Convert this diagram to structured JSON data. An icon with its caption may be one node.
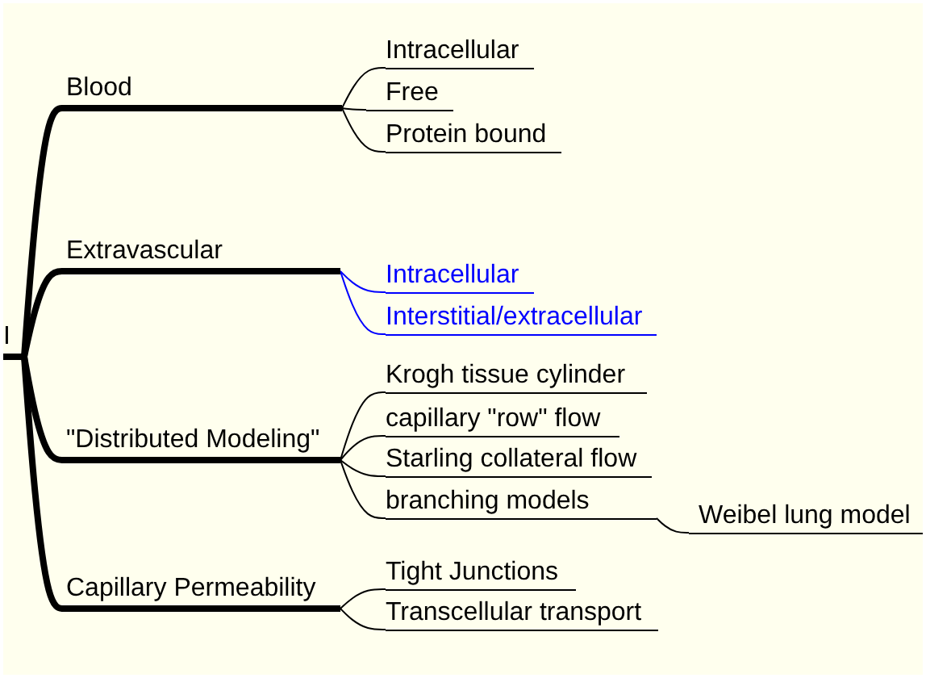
{
  "diagram": {
    "nodes": [
      {
        "text": [
          "I"
        ]
      },
      {
        "text": [
          "Blood"
        ]
      },
      {
        "text": [
          "Intracellular"
        ]
      },
      {
        "text": [
          "Free"
        ]
      },
      {
        "text": [
          "Protein bound"
        ]
      },
      {
        "text": [
          "Extravascular"
        ]
      },
      {
        "text": [
          "Intracellular"
        ]
      },
      {
        "text": [
          "Interstitial/extracellular"
        ]
      },
      {
        "text": [
          "\"Distributed Modeling\""
        ]
      },
      {
        "text": [
          "Krogh tissue cylinder"
        ]
      },
      {
        "text": [
          "capillary \"row\" flow"
        ]
      },
      {
        "text": [
          "Starling collateral flow"
        ]
      },
      {
        "text": [
          "branching models"
        ]
      },
      {
        "text": [
          "Weibel lung model"
        ]
      },
      {
        "text": [
          "Capillary Permeability"
        ]
      },
      {
        "text": [
          "Tight Junctions"
        ]
      },
      {
        "text": [
          "Transcellular transport"
        ]
      }
    ],
    "edges": [
      {
        "from": 0,
        "to": 1,
        "arrow": "none",
        "style": "thick"
      },
      {
        "from": 1,
        "to": 2,
        "arrow": "none"
      },
      {
        "from": 1,
        "to": 3,
        "arrow": "none"
      },
      {
        "from": 1,
        "to": 4,
        "arrow": "none"
      },
      {
        "from": 0,
        "to": 5,
        "arrow": "none",
        "style": "thick"
      },
      {
        "from": 5,
        "to": 6,
        "arrow": "none",
        "color": "#0000ff"
      },
      {
        "from": 5,
        "to": 7,
        "arrow": "none",
        "color": "#0000ff"
      },
      {
        "from": 0,
        "to": 8,
        "arrow": "none",
        "style": "thick"
      },
      {
        "from": 8,
        "to": 9,
        "arrow": "none"
      },
      {
        "from": 8,
        "to": 10,
        "arrow": "none"
      },
      {
        "from": 8,
        "to": 11,
        "arrow": "none"
      },
      {
        "from": 8,
        "to": 12,
        "arrow": "none"
      },
      {
        "from": 12,
        "to": 13,
        "arrow": "none"
      },
      {
        "from": 0,
        "to": 14,
        "arrow": "none",
        "style": "thick"
      },
      {
        "from": 14,
        "to": 15,
        "arrow": "none"
      },
      {
        "from": 14,
        "to": 16,
        "arrow": "none"
      }
    ]
  }
}
